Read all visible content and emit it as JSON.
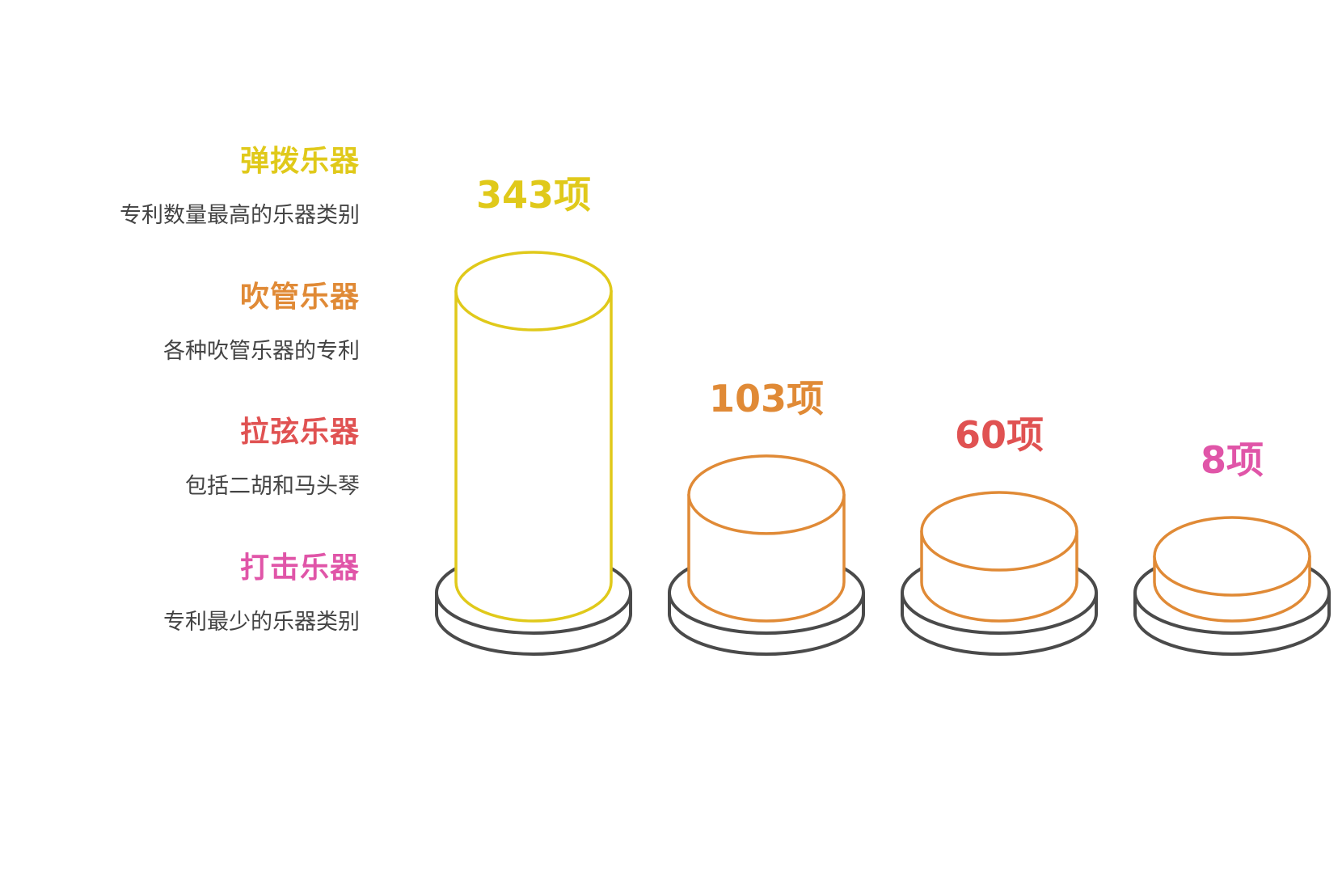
{
  "chart_data": {
    "type": "bar",
    "categories": [
      "弹拨乐器",
      "吹管乐器",
      "拉弦乐器",
      "打击乐器"
    ],
    "values": [
      343,
      103,
      60,
      8
    ],
    "unit": "项",
    "value_labels": [
      "343项",
      "103项",
      "60项",
      "8项"
    ],
    "descriptions": [
      "专利数量最高的乐器类别",
      "各种吹管乐器的专利",
      "包括二胡和马头琴",
      "专利最少的乐器类别"
    ],
    "colors": {
      "title": [
        "#e0c91a",
        "#e08a36",
        "#e05252",
        "#e055a8"
      ],
      "cylinder": [
        "#e0c91a",
        "#e08a36",
        "#e08a36",
        "#e08a36"
      ],
      "base": "#4a4a4a"
    }
  }
}
